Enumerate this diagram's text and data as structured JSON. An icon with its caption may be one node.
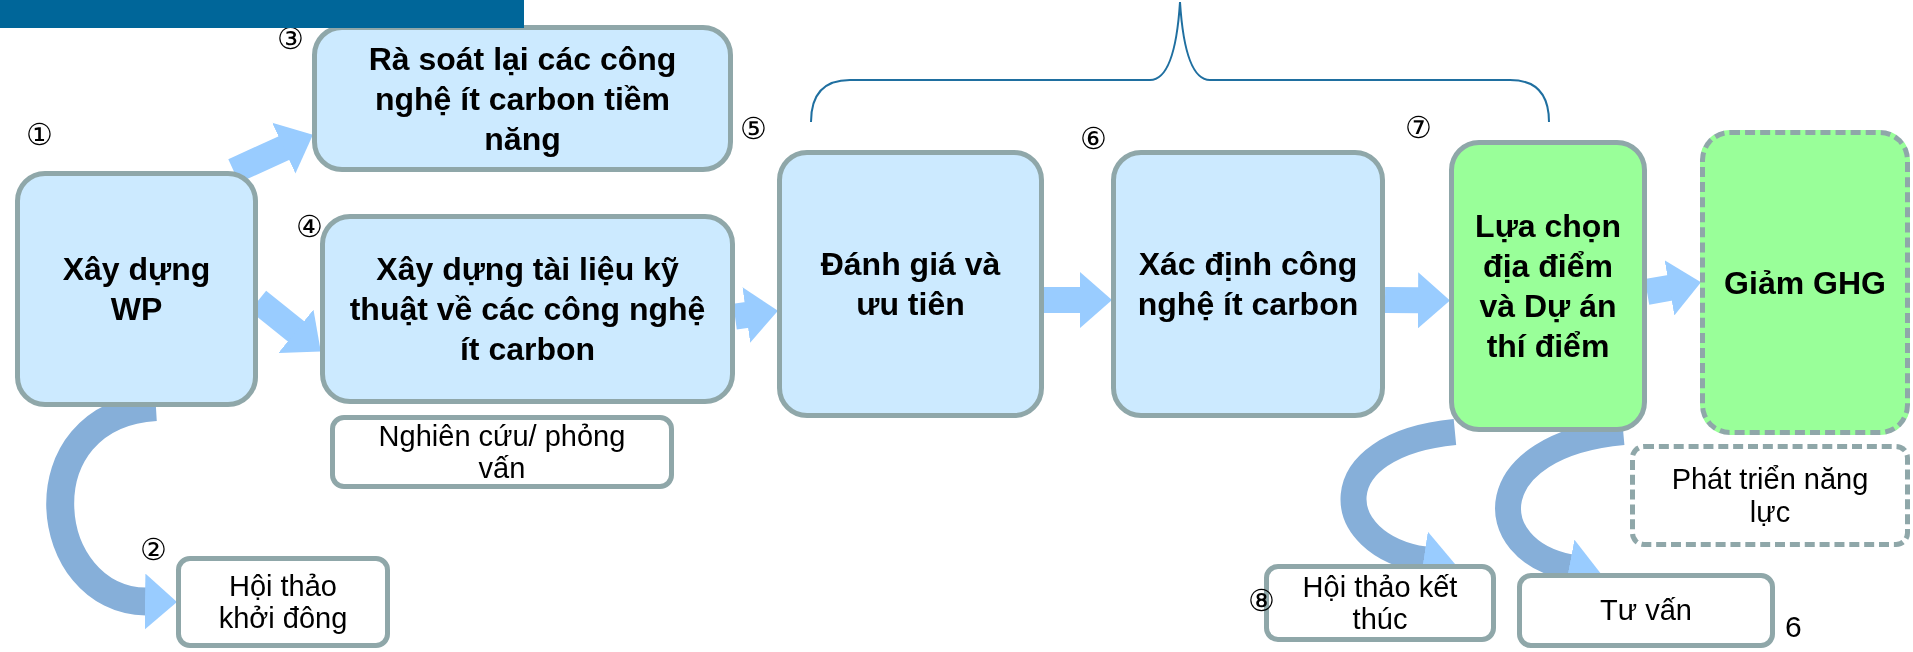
{
  "diagram": {
    "nodes": [
      {
        "text": [
          "Xây dựng WP"
        ],
        "beside": [
          "①"
        ]
      },
      {
        "text": [
          "Rà soát lại các công nghệ ít carbon tiềm năng"
        ],
        "beside": [
          "③"
        ]
      },
      {
        "text": [
          "Xây dựng tài liệu kỹ thuật về các công nghệ ít carbon"
        ],
        "beside": [
          "④"
        ]
      },
      {
        "text": [
          "Nghiên cứu/ phỏng vấn"
        ]
      },
      {
        "text": [
          "Hội thảo khởi đông"
        ],
        "beside": [
          "②"
        ]
      },
      {
        "text": [
          "Đánh giá và ưu tiên"
        ],
        "beside": [
          "⑤"
        ]
      },
      {
        "text": [
          "Xác định công nghệ ít carbon"
        ],
        "beside": [
          "⑥"
        ]
      },
      {
        "text": [
          "Lựa chọn địa điểm và Dự án thí điểm"
        ],
        "beside": [
          "⑦"
        ]
      },
      {
        "text": [
          "Giảm GHG"
        ]
      },
      {
        "text": [
          "Phát triển năng lực"
        ]
      },
      {
        "text": [
          "Hội thảo kết thúc"
        ],
        "beside": [
          "⑧"
        ]
      },
      {
        "text": [
          "Tư vấn"
        ]
      },
      {
        "text": [],
        "shape": "bar"
      }
    ],
    "edges": [
      {
        "from": 0,
        "to": 1,
        "arrow": "to"
      },
      {
        "from": 0,
        "to": 2,
        "arrow": "to"
      },
      {
        "from": 0,
        "to": 4,
        "arrow": "to"
      },
      {
        "from": 2,
        "to": 5,
        "arrow": "to"
      },
      {
        "from": 5,
        "to": 6,
        "arrow": "to"
      },
      {
        "from": 6,
        "to": 7,
        "arrow": "to"
      },
      {
        "from": 7,
        "to": 8,
        "arrow": "to"
      },
      {
        "from": 7,
        "to": 10,
        "arrow": "to"
      },
      {
        "from": 7,
        "to": 11,
        "arrow": "to"
      }
    ],
    "labels": [
      "6"
    ]
  }
}
